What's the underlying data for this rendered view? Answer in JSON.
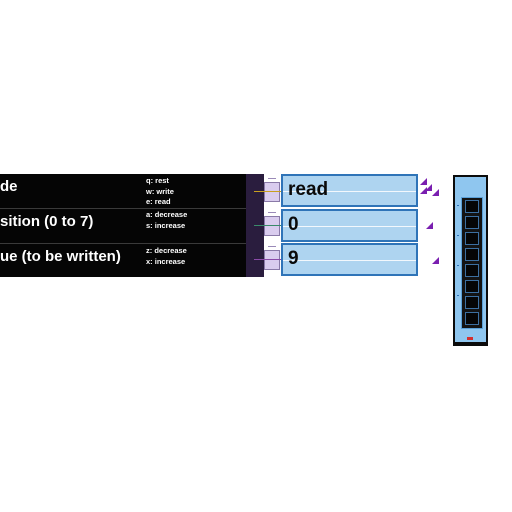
{
  "controls": [
    {
      "label": "de",
      "keys": [
        "q: rest",
        "w: write",
        "e: read"
      ],
      "value": "read"
    },
    {
      "label": "sition (0 to 7)",
      "keys": [
        "a: decrease",
        "s: increase"
      ],
      "value": "0"
    },
    {
      "label": "ue (to be written)",
      "keys": [
        "z: decrease",
        "x: increase"
      ],
      "value": "9"
    }
  ],
  "colors": {
    "panel_bg": "#050505",
    "value_box_fill": "#aed4f0",
    "value_box_border": "#2f74b8",
    "arrow": "#7a1fb0",
    "port": "#d9ccee",
    "memory_frame": "#8fc6ef",
    "marker": "#d43030"
  },
  "memory": {
    "cells": 8
  }
}
